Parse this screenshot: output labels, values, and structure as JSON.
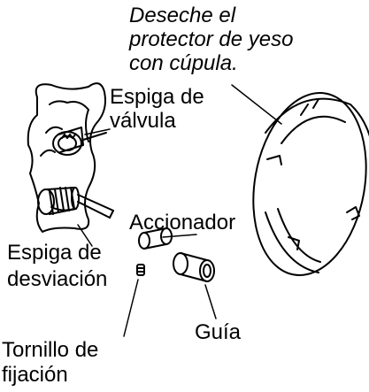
{
  "labels": {
    "discard_line1": "Deseche el",
    "discard_line2": "protector de yeso",
    "discard_line3": "con cúpula.",
    "valve_stem_line1": "Espiga de",
    "valve_stem_line2": "válvula",
    "actuator": "Accionador",
    "diverter_stem_line1": "Espiga de",
    "diverter_stem_line2": "desviación",
    "guide": "Guía",
    "set_screw_line1": "Tornillo de",
    "set_screw_line2": "fijación"
  },
  "colors": {
    "ink": "#000000",
    "paper": "#ffffff"
  }
}
